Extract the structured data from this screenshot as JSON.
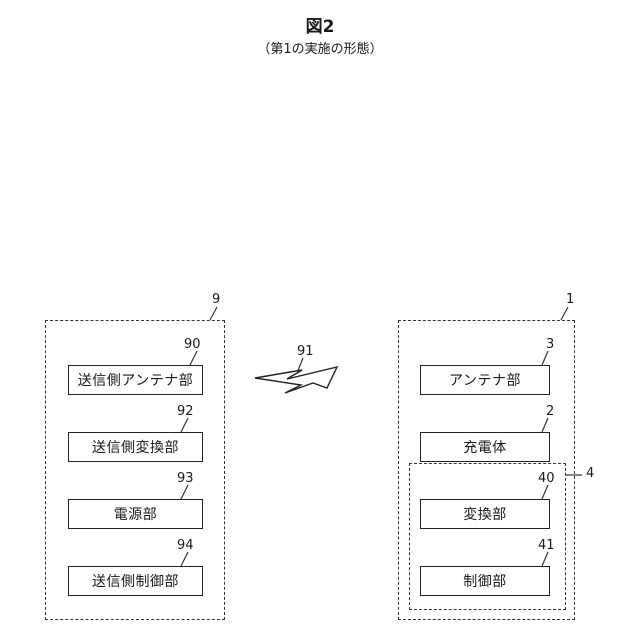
{
  "figure": {
    "title": "図2",
    "subtitle": "（第1の実施の形態）"
  },
  "transmitter": {
    "ref": "9",
    "blocks": [
      {
        "ref": "90",
        "label": "送信側アンテナ部"
      },
      {
        "ref": "92",
        "label": "送信側変換部"
      },
      {
        "ref": "93",
        "label": "電源部"
      },
      {
        "ref": "94",
        "label": "送信側制御部"
      }
    ]
  },
  "wireless": {
    "ref": "91"
  },
  "receiver": {
    "ref": "1",
    "blocks": [
      {
        "ref": "3",
        "label": "アンテナ部"
      },
      {
        "ref": "2",
        "label": "充電体"
      }
    ],
    "sub_group": {
      "ref": "4",
      "blocks": [
        {
          "ref": "40",
          "label": "変換部"
        },
        {
          "ref": "41",
          "label": "制御部"
        }
      ]
    }
  }
}
